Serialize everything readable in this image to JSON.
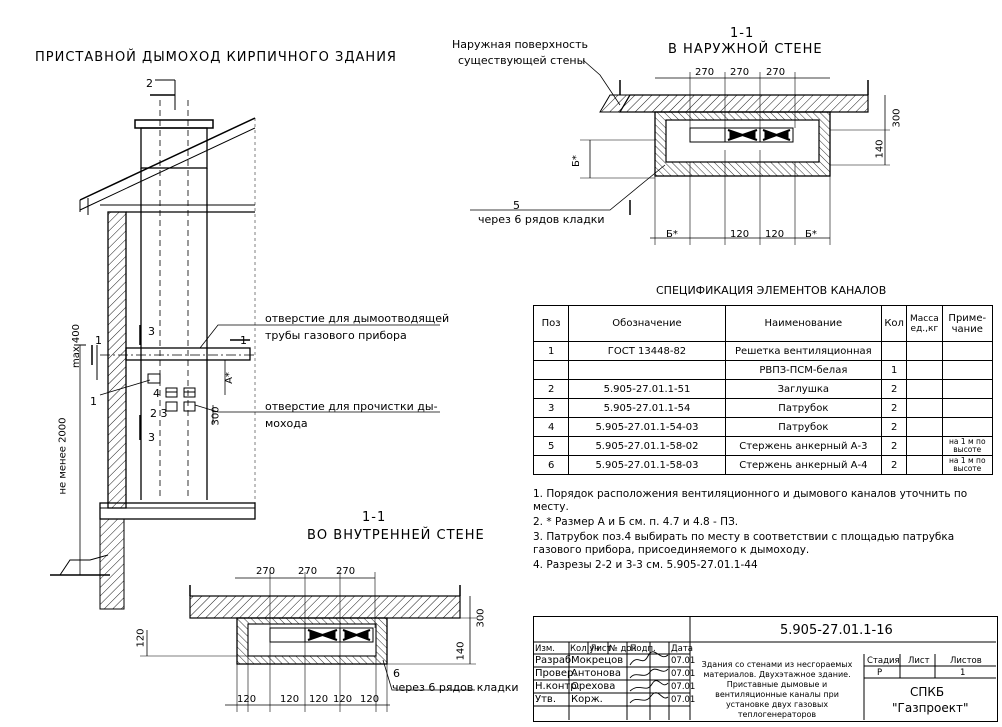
{
  "main_title": "ПРИСТАВНОЙ ДЫМОХОД КИРПИЧНОГО ЗДАНИЯ",
  "section_outer": {
    "num": "1-1",
    "title": "В НАРУЖНОЙ СТЕНЕ"
  },
  "section_inner": {
    "num": "1-1",
    "title": "ВО ВНУТРЕННЕЙ СТЕНЕ"
  },
  "callouts": {
    "outer_surface_1": "Наружная поверхность",
    "outer_surface_2": "существующей стены",
    "hole_smoke_1": "отверстие для дымоотводящей",
    "hole_smoke_2": "трубы газового прибора",
    "hole_clean_1": "отверстие для прочистки ды-",
    "hole_clean_2": "мохода",
    "rows_outer": "через 6 рядов кладки",
    "rows_inner": "через 6 рядов кладки",
    "pos5": "5",
    "pos6": "6"
  },
  "dims": {
    "d270": "270",
    "d120": "120",
    "d300": "300",
    "d140": "140",
    "b_star": "Б*",
    "a_star": "А*",
    "max400": "max 400",
    "min2000": "не менее 2000",
    "n1": "1",
    "n2": "2",
    "n3": "3",
    "n4": "4",
    "n23": "2 3",
    "n300": "300"
  },
  "spec": {
    "title": "СПЕЦИФИКАЦИЯ ЭЛЕМЕНТОВ КАНАЛОВ",
    "headers": [
      "Поз",
      "Обозначение",
      "Наименование",
      "Кол",
      "Масса ед.,кг",
      "Приме- чание"
    ],
    "rows": [
      [
        "1",
        "ГОСТ 13448-82",
        "Решетка вентиляционная",
        "",
        "",
        ""
      ],
      [
        "",
        "",
        "РВПЗ-ПСМ-белая",
        "1",
        "",
        ""
      ],
      [
        "2",
        "5.905-27.01.1-51",
        "Заглушка",
        "2",
        "",
        ""
      ],
      [
        "3",
        "5.905-27.01.1-54",
        "Патрубок",
        "2",
        "",
        ""
      ],
      [
        "4",
        "5.905-27.01.1-54-03",
        "Патрубок",
        "2",
        "",
        ""
      ],
      [
        "5",
        "5.905-27.01.1-58-02",
        "Стержень анкерный А-3",
        "2",
        "",
        "на 1 м по высоте"
      ],
      [
        "6",
        "5.905-27.01.1-58-03",
        "Стержень анкерный А-4",
        "2",
        "",
        "на 1 м по высоте"
      ]
    ]
  },
  "notes": [
    "1. Порядок расположения вентиляционного и дымового каналов уточнить по месту.",
    "2. * Размер А и Б см. п. 4.7 и 4.8 - ПЗ.",
    "3. Патрубок поз.4 выбирать по месту в соответствии с площадью патрубка газового прибора, присоединяемого к дымоходу.",
    "4. Разрезы 2-2 и 3-3 см. 5.905-27.01.1-44"
  ],
  "stamp": {
    "code": "5.905-27.01.1-16",
    "head": [
      "Изм.",
      "Кол.уч",
      "Лист",
      "№ док",
      "Подп.",
      "Дата"
    ],
    "people": [
      {
        "role": "Разраб.",
        "name": "Мокрецов",
        "date": "07.01"
      },
      {
        "role": "Провер.",
        "name": "Антонова",
        "date": "07.01"
      },
      {
        "role": "Н.контр.",
        "name": "Орехова",
        "date": "07.01"
      },
      {
        "role": "Утв.",
        "name": "Корж.",
        "date": "07.01"
      }
    ],
    "description": "Здания со стенами из несгораемых материалов. Двухэтажное здание. Приставные дымовые и вентиляционные каналы при установке двух газовых теплогенераторов",
    "stage_h": "Стадия",
    "sheet_h": "Лист",
    "sheets_h": "Листов",
    "stage": "Р",
    "sheets": "1",
    "org_1": "СПКБ",
    "org_2": "\"Газпроект\""
  }
}
